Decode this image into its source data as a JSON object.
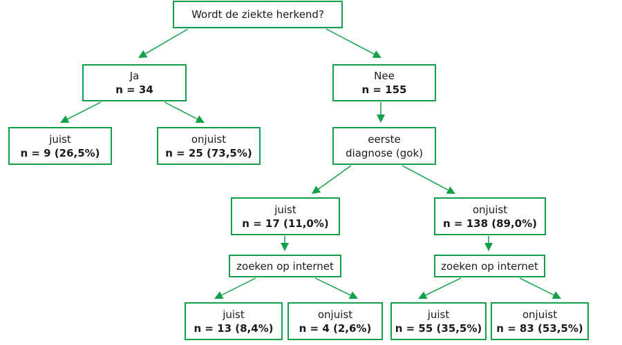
{
  "diagram": {
    "root": {
      "label": "Wordt de ziekte herkend?"
    },
    "ja": {
      "label": "Ja",
      "n": "n = 34"
    },
    "nee": {
      "label": "Nee",
      "n": "n = 155"
    },
    "ja_juist": {
      "label": "juist",
      "n": "n = 9 (26,5%)"
    },
    "ja_onjuist": {
      "label": "onjuist",
      "n": "n = 25 (73,5%)"
    },
    "eerste_diagnose": {
      "line1": "eerste",
      "line2": "diagnose (gok)"
    },
    "nee_juist": {
      "label": "juist",
      "n": "n = 17 (11,0%)"
    },
    "nee_onjuist": {
      "label": "onjuist",
      "n": "n = 138 (89,0%)"
    },
    "zoeken_1": {
      "label": "zoeken op internet"
    },
    "zoeken_2": {
      "label": "zoeken op internet"
    },
    "zoeken_1_juist": {
      "label": "juist",
      "n": "n = 13 (8,4%)"
    },
    "zoeken_1_onjuist": {
      "label": "onjuist",
      "n": "n = 4 (2,6%)"
    },
    "zoeken_2_juist": {
      "label": "juist",
      "n": "n = 55 (35,5%)"
    },
    "zoeken_2_onjuist": {
      "label": "onjuist",
      "n": "n = 83 (53,5%)"
    }
  },
  "colors": {
    "accent": "#13a04a",
    "text": "#1a1a1a"
  }
}
